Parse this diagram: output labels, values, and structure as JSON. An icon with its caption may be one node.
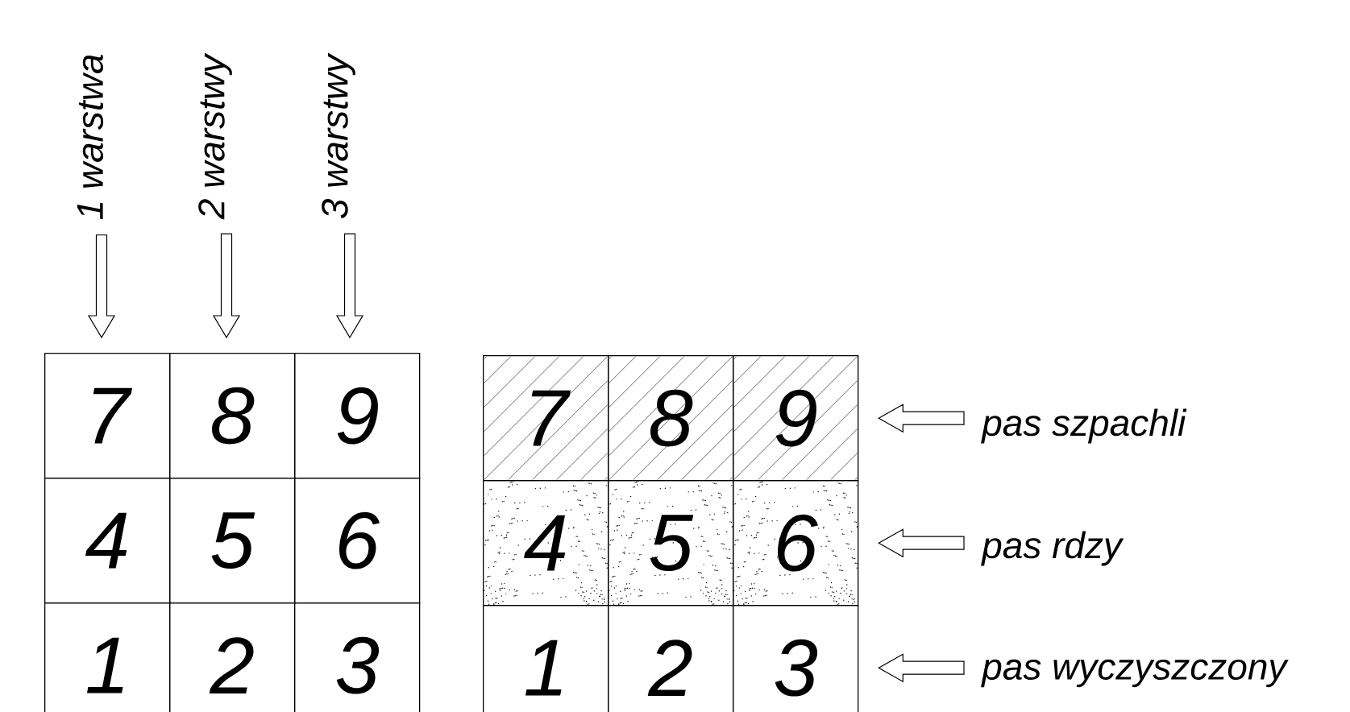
{
  "diagram": {
    "nodes": [
      {
        "text": [
          "1 warstwa"
        ]
      },
      {
        "text": [
          "2 warstwy"
        ]
      },
      {
        "text": [
          "3 warstwy"
        ]
      },
      {
        "text": [
          "7"
        ]
      },
      {
        "text": [
          "8"
        ]
      },
      {
        "text": [
          "9"
        ]
      },
      {
        "text": [
          "4"
        ]
      },
      {
        "text": [
          "5"
        ]
      },
      {
        "text": [
          "6"
        ]
      },
      {
        "text": [
          "1"
        ]
      },
      {
        "text": [
          "2"
        ]
      },
      {
        "text": [
          "3"
        ]
      },
      {
        "text": [
          "7"
        ]
      },
      {
        "text": [
          "8"
        ]
      },
      {
        "text": [
          "9"
        ]
      },
      {
        "text": [
          "4"
        ]
      },
      {
        "text": [
          "5"
        ]
      },
      {
        "text": [
          "6"
        ]
      },
      {
        "text": [
          "1"
        ]
      },
      {
        "text": [
          "2"
        ]
      },
      {
        "text": [
          "3"
        ]
      },
      {
        "text": [
          "pas szpachli"
        ]
      },
      {
        "text": [
          "pas rdzy"
        ]
      },
      {
        "text": [
          "pas wyczyszczony"
        ]
      }
    ],
    "edges": [
      {
        "from": 0,
        "to": 3,
        "arrow": "to"
      },
      {
        "from": 1,
        "to": 4,
        "arrow": "to"
      },
      {
        "from": 2,
        "to": 5,
        "arrow": "to"
      },
      {
        "from": 21,
        "to": 14,
        "arrow": "to"
      },
      {
        "from": 22,
        "to": 17,
        "arrow": "to"
      },
      {
        "from": 23,
        "to": 20,
        "arrow": "to"
      }
    ]
  }
}
